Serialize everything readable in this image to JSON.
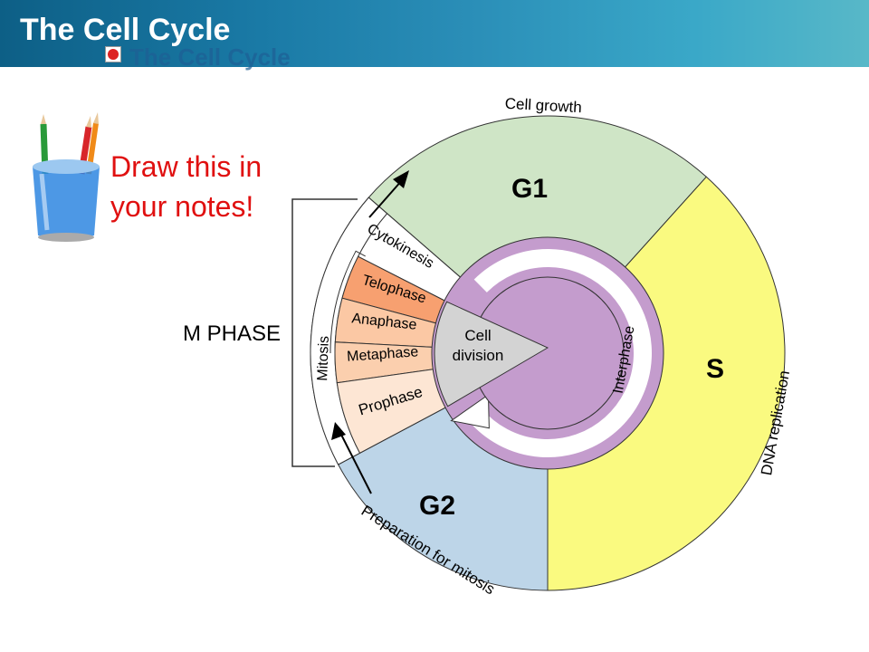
{
  "header": {
    "title": "The Cell Cycle",
    "subtitle": "The Cell Cycle"
  },
  "note": {
    "line1": "Draw this in",
    "line2": "your notes!"
  },
  "labels": {
    "m_phase": "M PHASE",
    "g1": "G1",
    "s": "S",
    "g2": "G2",
    "cell_growth": "Cell growth",
    "dna_replication": "DNA replication",
    "preparation": "Preparation for mitosis",
    "mitosis": "Mitosis",
    "cytokinesis": "Cytokinesis",
    "telophase": "Telophase",
    "anaphase": "Anaphase",
    "metaphase": "Metaphase",
    "prophase": "Prophase",
    "cell": "Cell",
    "division": "division",
    "interphase": "Interphase"
  },
  "colors": {
    "g1": "#cfe5c6",
    "s": "#fafa80",
    "g2": "#bdd5e8",
    "interphase": "#c49ccd",
    "cell_division": "#d3d3d3",
    "telophase": "#f7a070",
    "anaphase": "#fbc8a4",
    "metaphase": "#fbcfae",
    "prophase": "#fde6d4",
    "note": "#e01010"
  }
}
